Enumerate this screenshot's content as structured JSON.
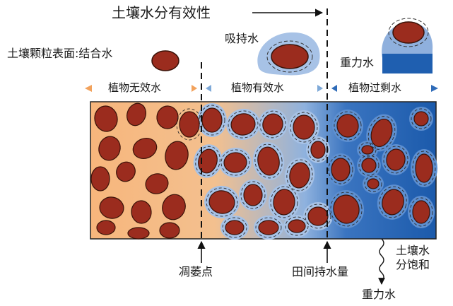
{
  "title": "土壤水分有效性",
  "labels": {
    "particle_surface": "土壤颗粒表面:结合水",
    "held_water": "吸持水",
    "gravity_water_top": "重力水",
    "wilting_point": "凋萎点",
    "field_capacity": "田间持水量",
    "saturation": "土壤水\n分饱和",
    "gravity_water_bottom": "重力水"
  },
  "zones": [
    {
      "label": "植物无效水",
      "color": "#f6b27a"
    },
    {
      "label": "植物有效水",
      "color": "#7ea9d8"
    },
    {
      "label": "植物过剩水",
      "color": "#2e6bb8"
    }
  ],
  "colors": {
    "particle": "#9b2c1e",
    "particle_edge": "#3a1208",
    "dry_soil": "#f4b97d",
    "film": "#a7c2e6",
    "saturated": "#1f5fb0",
    "arrow": "#111111"
  }
}
